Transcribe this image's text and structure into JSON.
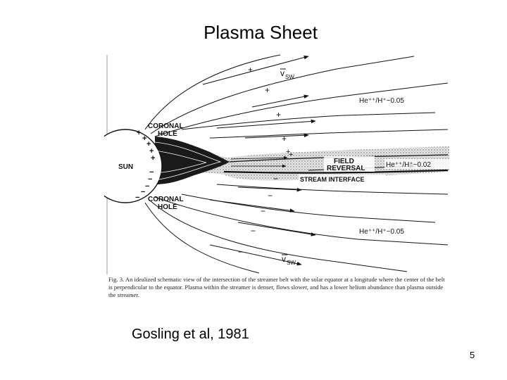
{
  "slide": {
    "title": "Plasma Sheet",
    "credit": "Gosling et al, 1981",
    "page_number": "5"
  },
  "figure": {
    "sun_label": "SUN",
    "coronal_hole_top": [
      "CORONAL",
      "HOLE"
    ],
    "coronal_hole_bottom": [
      "CORONAL",
      "HOLE"
    ],
    "field_reversal": [
      "FIELD",
      "REVERSAL"
    ],
    "stream_interface": "STREAM INTERFACE",
    "vsw_top": "v",
    "vsw_sub": "SW",
    "vsw_bottom": "v",
    "he_ratio_top": "He⁺⁺/H⁺~0.05",
    "he_ratio_mid": "He⁺⁺/H⁺~0.02",
    "he_ratio_bottom": "He⁺⁺/H⁺~0.05",
    "plus_sign": "+",
    "minus_sign": "−",
    "caption": "Fig. 3.  An idealized schematic view of the intersection of the streamer belt with the solar equator at a longitude where the center of the belt is perpendicular to the equator. Plasma within the streamer is denser, flows slower, and has a lower helium abundance than plasma outside the streamer."
  }
}
